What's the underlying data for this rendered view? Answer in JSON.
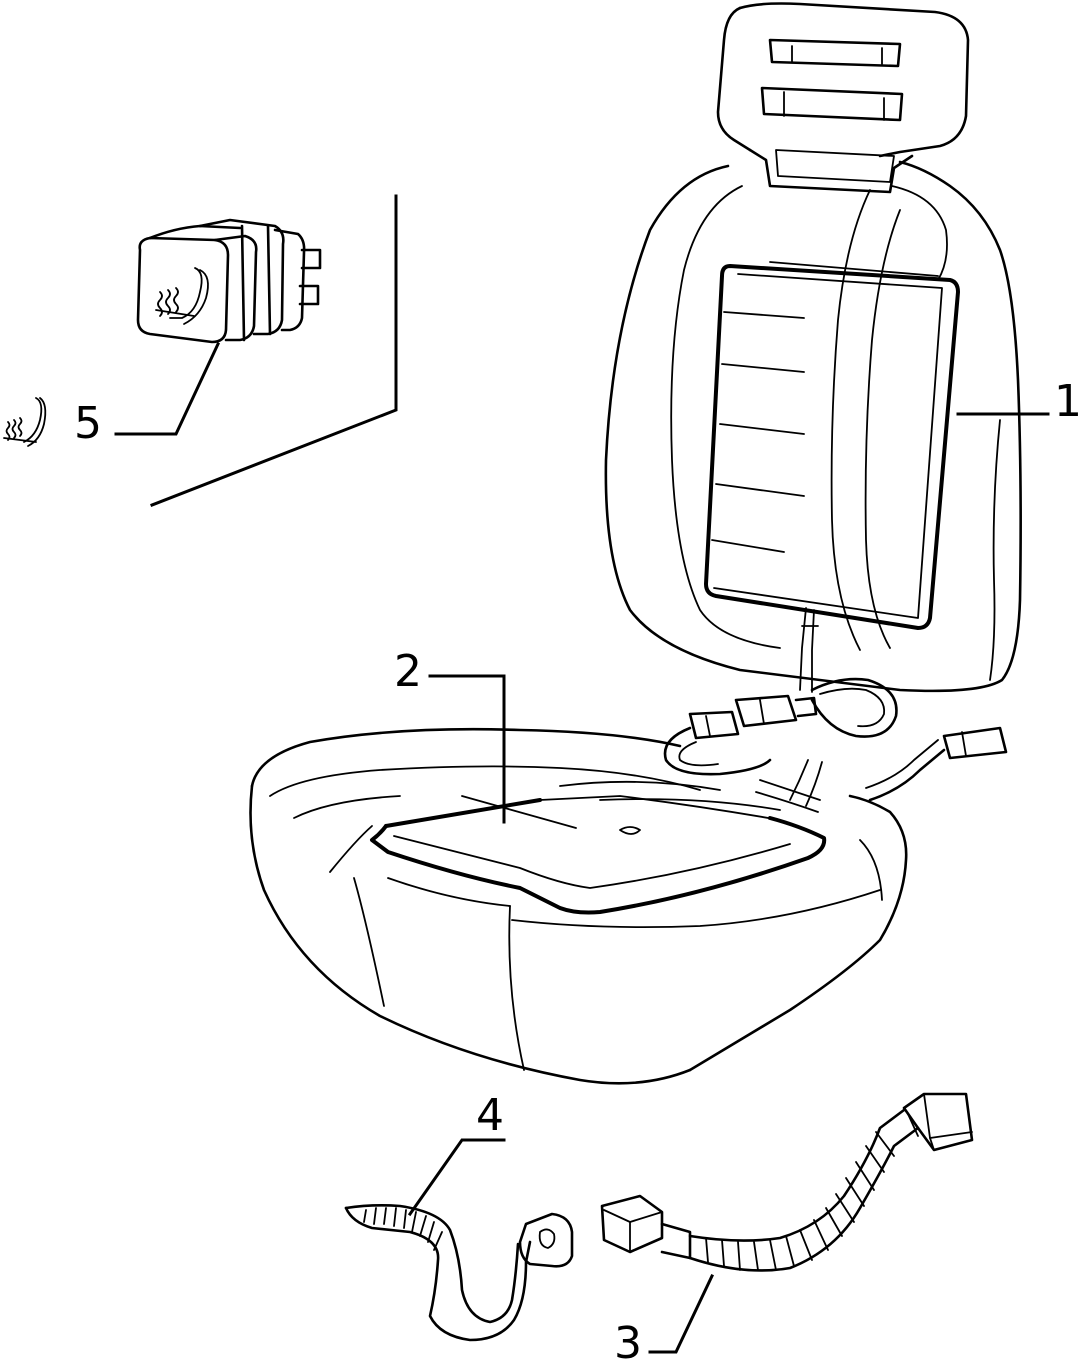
{
  "diagram": {
    "callouts": [
      {
        "id": "1",
        "label": "1"
      },
      {
        "id": "2",
        "label": "2"
      },
      {
        "id": "3",
        "label": "3"
      },
      {
        "id": "4",
        "label": "4"
      },
      {
        "id": "5",
        "label": "5"
      }
    ],
    "icons": [
      "seat-heater-symbol-icon",
      "heated-seat-switch-icon"
    ],
    "line_color": "#000000",
    "background": "#ffffff"
  }
}
